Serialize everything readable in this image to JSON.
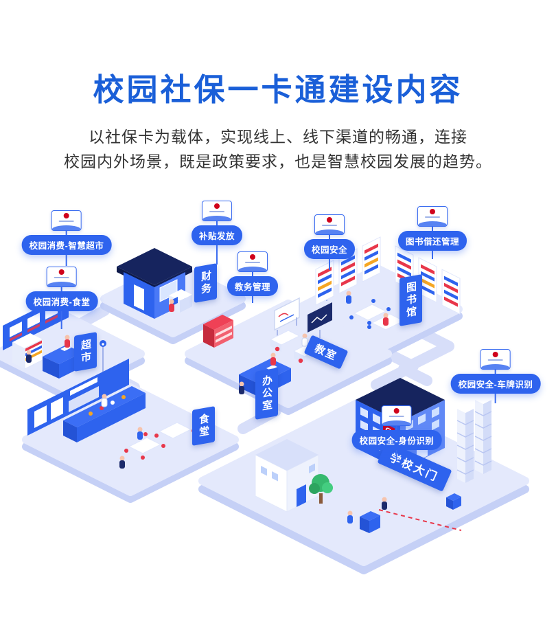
{
  "header": {
    "title": "校园社保一卡通建设内容",
    "subtitle_line1": "以社保卡为载体，实现线上、线下渠道的畅通，连接",
    "subtitle_line2": "校园内外场景，既是政策要求，也是智慧校园发展的趋势。"
  },
  "callouts": [
    {
      "id": "smart-supermarket",
      "label": "校园消费-智慧超市"
    },
    {
      "id": "canteen-payment",
      "label": "校园消费-食堂"
    },
    {
      "id": "subsidy-distribution",
      "label": "补贴发放"
    },
    {
      "id": "academic-affairs",
      "label": "教务管理"
    },
    {
      "id": "campus-security",
      "label": "校园安全"
    },
    {
      "id": "library-borrow-return",
      "label": "图书借还管理"
    },
    {
      "id": "license-plate-recognition",
      "label": "校园安全-车牌识别"
    },
    {
      "id": "identity-recognition",
      "label": "校园安全-身份识别"
    }
  ],
  "areas": [
    {
      "id": "finance",
      "label": "财务"
    },
    {
      "id": "supermarket",
      "label": "超市"
    },
    {
      "id": "office",
      "label": "办公室"
    },
    {
      "id": "classroom",
      "label": "教室"
    },
    {
      "id": "library",
      "label": "图书馆"
    },
    {
      "id": "canteen",
      "label": "食堂"
    },
    {
      "id": "school-gate",
      "label": "学校大门"
    }
  ],
  "icons": {
    "card": "social-security-card-icon",
    "camera": "camera-icon",
    "tree": "tree-icon"
  },
  "colors": {
    "title_blue": "#1a5fd8",
    "primary_blue": "#2e63ee",
    "roof_navy": "#16245e",
    "platform_light": "#e4e9fc",
    "accent_red": "#e8374a",
    "emblem_red": "#d0021b"
  }
}
